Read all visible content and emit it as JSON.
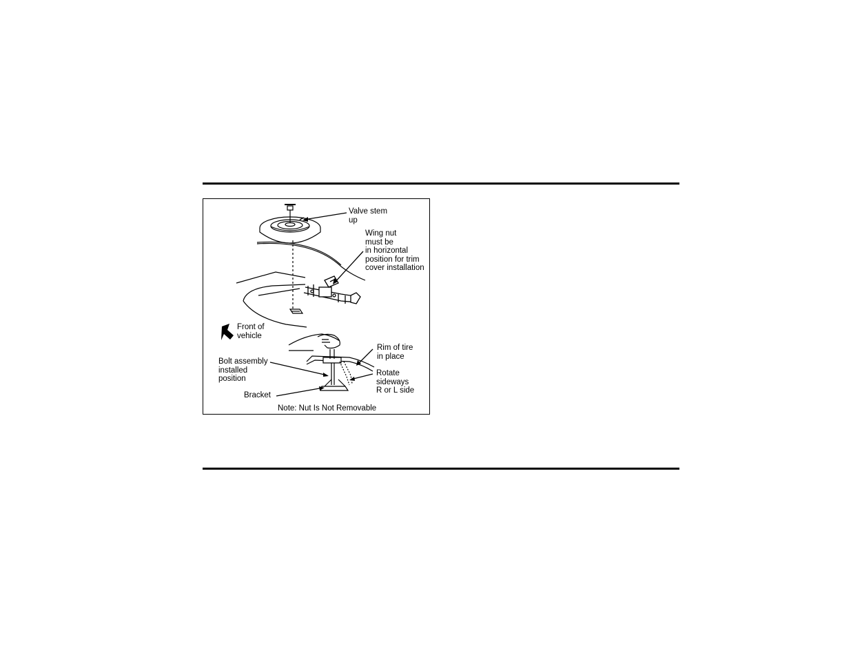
{
  "figure": {
    "labels": {
      "valve_stem": [
        "Valve stem",
        "up"
      ],
      "wing_nut": [
        "Wing nut",
        "must be",
        "in horizontal",
        "position for trim",
        "cover installation"
      ],
      "front_of_vehicle": [
        "Front of",
        "vehicle"
      ],
      "rim_of_tire": [
        "Rim of tire",
        "in place"
      ],
      "bolt_assembly": [
        "Bolt assembly",
        "installed",
        "position"
      ],
      "rotate_sideways": [
        "Rotate",
        "sideways",
        "R or L side"
      ],
      "bracket": "Bracket",
      "note": "Note: Nut Is Not Removable"
    }
  }
}
